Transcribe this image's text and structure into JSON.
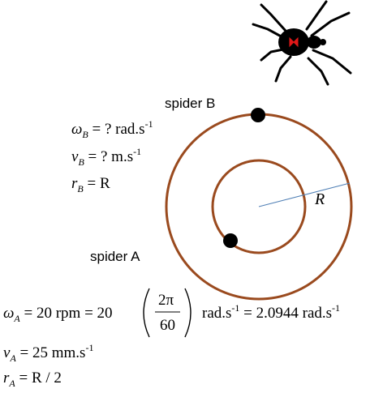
{
  "labels": {
    "spider_b": "spider B",
    "spider_a": "spider A",
    "radius": "R"
  },
  "spider_b_equations": {
    "omega_sym": "ω",
    "omega_sub": "B",
    "omega_rhs": " = ? rad.s",
    "omega_exp": "-1",
    "v_sym": "v",
    "v_sub": "B",
    "v_rhs": " = ? m.s",
    "v_exp": "-1",
    "r_sym": "r",
    "r_sub": "B",
    "r_rhs": " = R"
  },
  "spider_a_equations": {
    "omega_sym": "ω",
    "omega_sub": "A",
    "omega_lhs": " = 20 rpm = 20",
    "frac_num": "2π",
    "frac_den": "60",
    "omega_unit1": "rad.s",
    "omega_exp1": "-1",
    "omega_mid": " = 2.0944 rad.s",
    "omega_exp2": "-1",
    "v_sym": "v",
    "v_sub": "A",
    "v_rhs": " = 25 mm.s",
    "v_exp": "-1",
    "r_sym": "r",
    "r_sub": "A",
    "r_rhs": " = R / 2"
  },
  "colors": {
    "track": "#9A4A1E",
    "radius_line": "#4F7FB5",
    "spider_body": "#000000",
    "spider_mark": "#E01818"
  },
  "icons": {
    "spider": "black-widow-spider-icon"
  }
}
